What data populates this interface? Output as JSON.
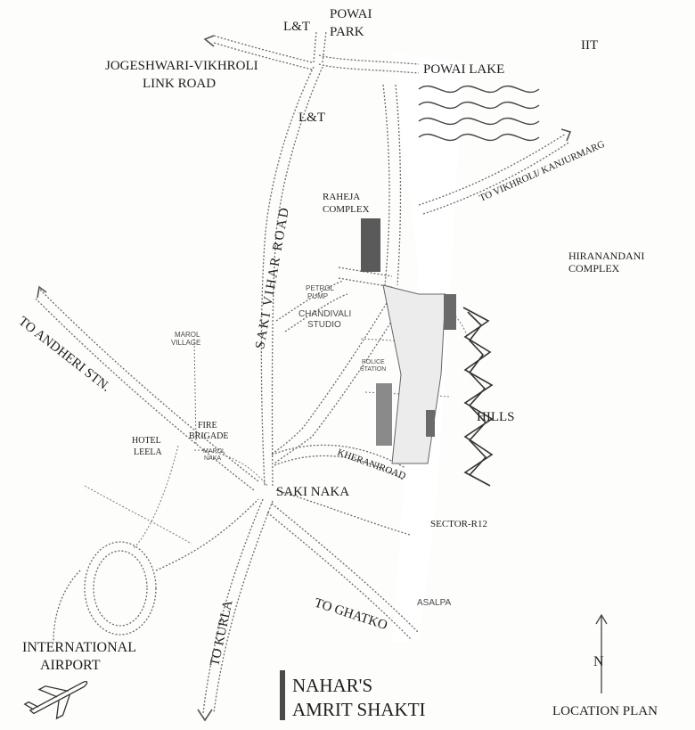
{
  "labels": {
    "lt_top": "L&T",
    "powai_park_1": "POWAI",
    "powai_park_2": "PARK",
    "powai_lake": "POWAI LAKE",
    "iit": "IIT",
    "jvlr_1": "JOGESHWARI-VIKHROLI",
    "jvlr_2": "LINK ROAD",
    "lt_mid": "L&T",
    "to_vikhroli": "TO VIKHROLI/ KANJURMARG",
    "raheja_1": "RAHEJA",
    "raheja_2": "COMPLEX",
    "hiranandani_1": "HIRANANDANI",
    "hiranandani_2": "COMPLEX",
    "saki_vihar": "SAKI VIHAR ROAD",
    "petrol_pump_1": "PETROL",
    "petrol_pump_2": "PUMP",
    "chandivali_1": "CHANDIVALI",
    "chandivali_2": "STUDIO",
    "to_andheri": "TO ANDHERI STN.",
    "marol_village_1": "MAROL",
    "marol_village_2": "VILLAGE",
    "police_station_1": "POLICE",
    "police_station_2": "STATION",
    "hills": "HILLS",
    "fire_brigade_1": "FIRE",
    "fire_brigade_2": "BRIGADE",
    "hotel_leela_1": "HOTEL",
    "hotel_leela_2": "LEELA",
    "marol_naka_1": "MAROL",
    "marol_naka_2": "NAKA",
    "khera_road": "KHERANIROAD",
    "saki_naka": "SAKI NAKA",
    "sector": "SECTOR-R12",
    "to_kurla": "TO KURLA",
    "to_ghatkopar": "TO GHATKO",
    "asalpa": "ASALPA",
    "airport_1": "INTERNATIONAL",
    "airport_2": "AIRPORT",
    "north": "N",
    "location_plan": "LOCATION PLAN",
    "project_1": "NAHAR'S",
    "project_2": "AMRIT SHAKTI"
  },
  "icons": {
    "north_arrow": "north-arrow-icon",
    "airplane": "airplane-icon"
  },
  "colors": {
    "paper": "#fdfdfb",
    "ink": "#1e1e1e",
    "road": "#6b6b6b",
    "block": "#5a5a5a"
  }
}
